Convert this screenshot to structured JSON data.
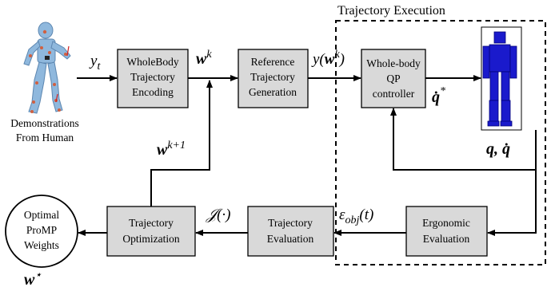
{
  "diagram": {
    "title": "Trajectory Execution",
    "demonstrations_label": [
      "Demonstrations",
      "From Human"
    ],
    "boxes": {
      "encoding": [
        "WholeBody",
        "Trajectory",
        "Encoding"
      ],
      "reference": [
        "Reference",
        "Trajectory",
        "Generation"
      ],
      "qp": [
        "Whole-body",
        "QP",
        "controller"
      ],
      "optimization": [
        "Trajectory",
        "Optimization"
      ],
      "evaluation": [
        "Trajectory",
        "Evaluation"
      ],
      "ergonomic": [
        "Ergonomic",
        "Evaluation"
      ],
      "weights": [
        "Optimal",
        "ProMP",
        "Weights"
      ]
    },
    "symbols": {
      "y_t": "y",
      "y_t_sub": "t",
      "w_k": "w",
      "w_k_sup": "k",
      "y_w_k_open": "y(",
      "y_w_k_w": "w",
      "y_w_k_sup": "k",
      "y_w_k_close": ")",
      "q_dot_star": "q̇",
      "q_dot_star_sup": "*",
      "q_qdot": "q, q̇",
      "w_k1": "w",
      "w_k1_sup": "k+1",
      "J": "𝒥(·)",
      "eps": "ε",
      "eps_sub": "obj",
      "eps_arg": "(t)",
      "w_star": "w",
      "w_star_sup": "⋆"
    }
  }
}
